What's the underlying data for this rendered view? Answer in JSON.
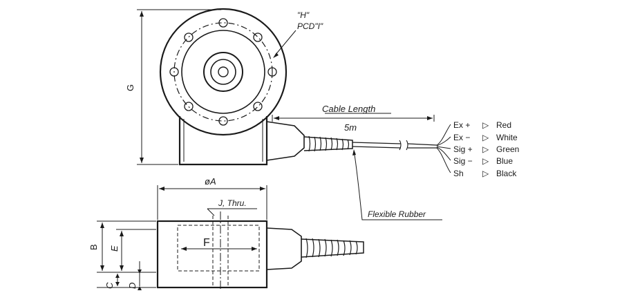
{
  "labels": {
    "h": "\"H\"",
    "pcd": "PCD\"I\"",
    "g": "G",
    "cable_length": "Cable Length",
    "cable_value": "5m",
    "flexible_rubber": "Flexible Rubber",
    "diameter_a": "øA",
    "j_thru": "J, Thru.",
    "b": "B",
    "e": "E",
    "f": "F",
    "c": "C",
    "d": "D"
  },
  "wires": [
    {
      "signal": "Ex +",
      "color": "Red"
    },
    {
      "signal": "Ex −",
      "color": "White"
    },
    {
      "signal": "Sig +",
      "color": "Green"
    },
    {
      "signal": "Sig −",
      "color": "Blue"
    },
    {
      "signal": "Sh",
      "color": "Black"
    }
  ],
  "arrow_glyph": "▷"
}
